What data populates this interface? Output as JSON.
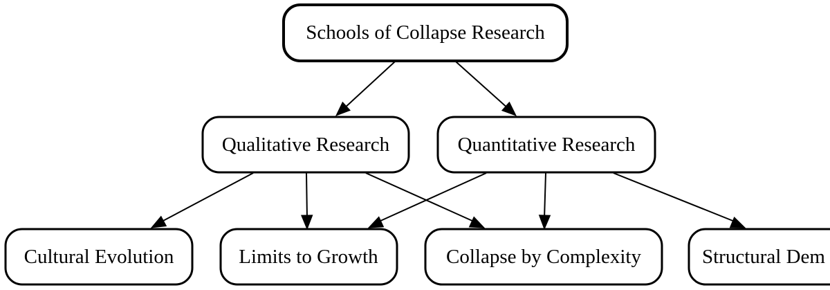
{
  "diagram": {
    "type": "hierarchy",
    "nodes": [
      {
        "id": "root",
        "label": "Schools of Collapse Research"
      },
      {
        "id": "qualitative",
        "label": "Qualitative Research"
      },
      {
        "id": "quantitative",
        "label": "Quantitative Research"
      },
      {
        "id": "cultural",
        "label": "Cultural Evolution"
      },
      {
        "id": "limits",
        "label": "Limits to Growth"
      },
      {
        "id": "complexity",
        "label": "Collapse by Complexity"
      },
      {
        "id": "structural",
        "label": "Structural Dem"
      }
    ],
    "edges": [
      {
        "from": "root",
        "to": "qualitative"
      },
      {
        "from": "root",
        "to": "quantitative"
      },
      {
        "from": "qualitative",
        "to": "cultural"
      },
      {
        "from": "qualitative",
        "to": "limits"
      },
      {
        "from": "qualitative",
        "to": "complexity"
      },
      {
        "from": "quantitative",
        "to": "limits"
      },
      {
        "from": "quantitative",
        "to": "complexity"
      },
      {
        "from": "quantitative",
        "to": "structural"
      }
    ],
    "colors": {
      "stroke": "#000000",
      "fill": "#ffffff",
      "text": "#000000"
    }
  }
}
